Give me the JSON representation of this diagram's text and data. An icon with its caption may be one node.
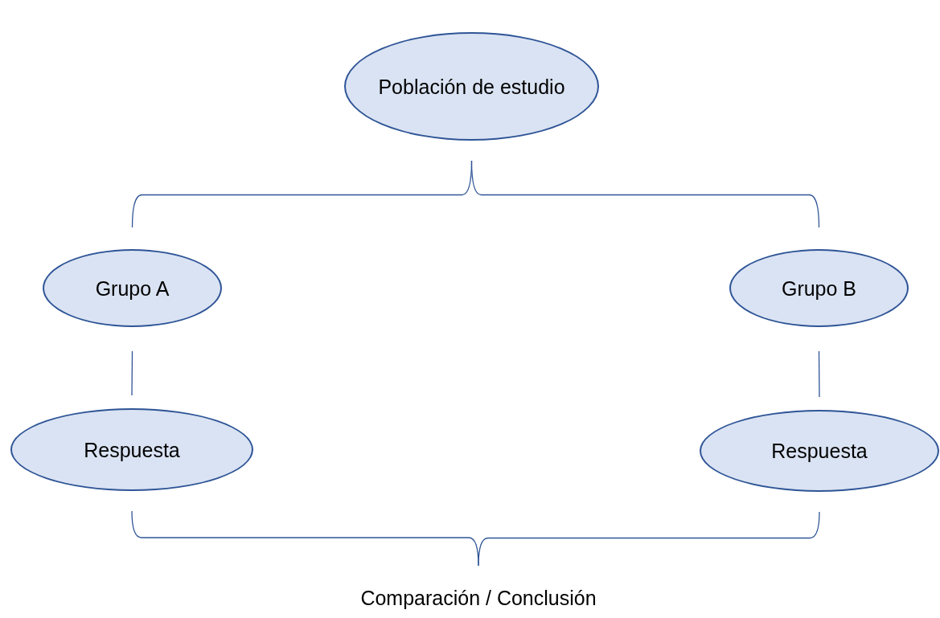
{
  "diagram": {
    "nodes": [
      {
        "text": [
          "Población de estudio"
        ]
      },
      {
        "text": [
          "Grupo A"
        ]
      },
      {
        "text": [
          "Grupo B"
        ]
      },
      {
        "text": [
          "Respuesta"
        ]
      },
      {
        "text": [
          "Respuesta"
        ]
      },
      {
        "text": [
          "Comparación / Conclusión"
        ]
      }
    ],
    "edges": [
      {
        "from": 0,
        "to": 1,
        "arrow": "none"
      },
      {
        "from": 0,
        "to": 2,
        "arrow": "none"
      },
      {
        "from": 1,
        "to": 3,
        "arrow": "none"
      },
      {
        "from": 2,
        "to": 4,
        "arrow": "none"
      },
      {
        "from": 3,
        "to": 5,
        "arrow": "none"
      },
      {
        "from": 4,
        "to": 5,
        "arrow": "none"
      }
    ]
  }
}
